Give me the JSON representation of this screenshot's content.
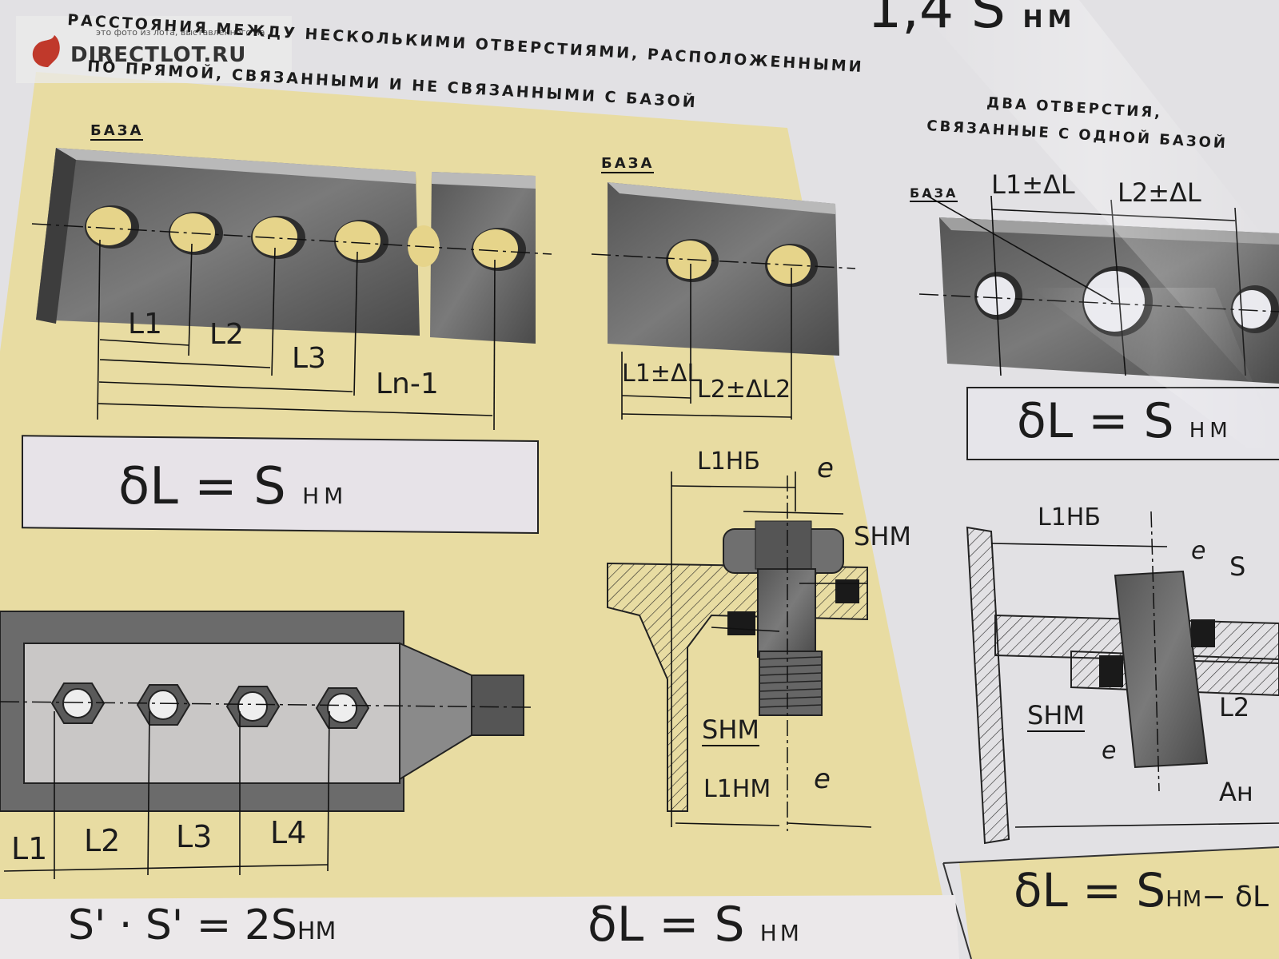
{
  "header": {
    "top_formula": "1,4 S",
    "top_formula_sub": "НМ",
    "title_line1": "РАССТОЯНИЯ МЕЖДУ НЕСКОЛЬКИМИ ОТВЕРСТИЯМИ, РАСПОЛОЖЕННЫМИ",
    "title_line2": "ПО ПРЯМОЙ, СВЯЗАННЫМИ И НЕ СВЯЗАННЫМИ С БАЗОЙ",
    "right_title_line1": "ДВА ОТВЕРСТИЯ,",
    "right_title_line2": "СВЯЗАННЫЕ С ОДНОЙ БАЗОЙ"
  },
  "watermark": {
    "brand": "DIRECTLOT.RU",
    "note": "это фото из лота, выставленного на"
  },
  "labels": {
    "baza": "БАЗА",
    "L1": "L1",
    "L2": "L2",
    "L3": "L3",
    "L4": "L4",
    "Ln1": "Ln-1",
    "L1dL": "L1±ΔL",
    "L2dL2": "L2±ΔL2",
    "L1dL_r": "L1±ΔL",
    "L2dL_r": "L2±ΔL",
    "L1NB": "L1НБ",
    "L1NM": "L1НМ",
    "e": "e",
    "SNM": "SНМ",
    "S_partial": "S",
    "L2_partial": "L2",
    "AN_partial": "Ан"
  },
  "formulas": {
    "f_left": "δL = S",
    "f_left_sub": "НМ",
    "f_right": "δL = S",
    "f_right_sub": "НМ",
    "f_bottom_left": "S' · S' = 2S",
    "f_bottom_left_sub": "НМ",
    "f_bottom_mid": "δL = S",
    "f_bottom_mid_sub": "НМ",
    "f_bottom_right": "δL = S",
    "f_bottom_right_sub": "НМ",
    "f_bottom_right_tail": "− δL"
  },
  "colors": {
    "paper": "#e6e4e8",
    "yellow": "#e8dca2",
    "steel": "#6d6d6d",
    "hole": "#e6d48a",
    "ink": "#1c1c1c"
  }
}
